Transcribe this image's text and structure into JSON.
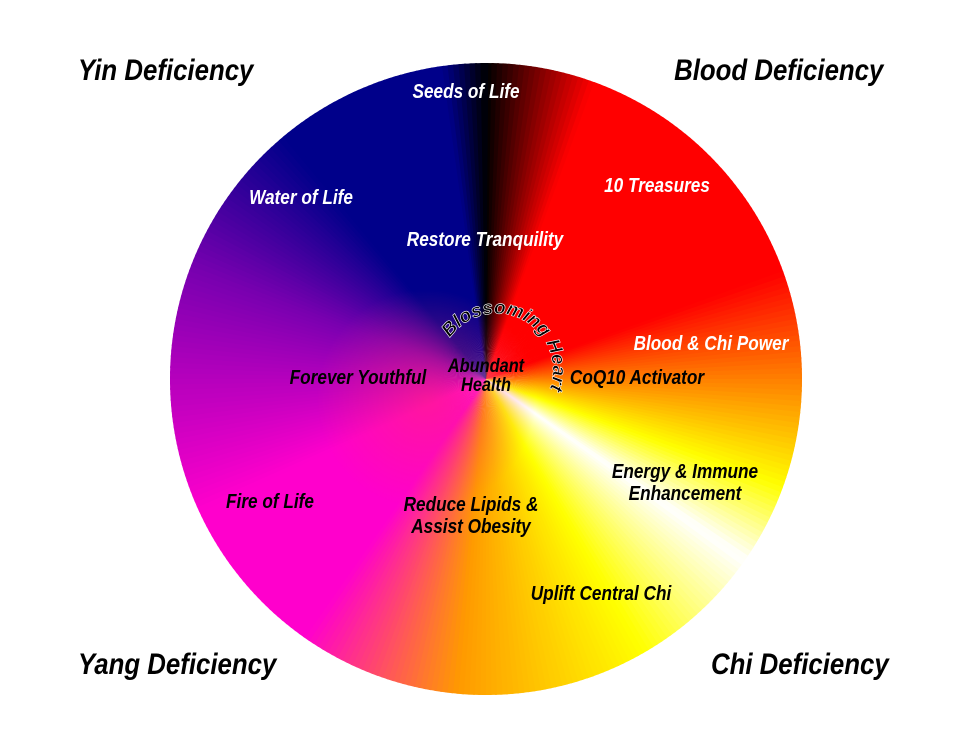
{
  "corners": {
    "top_left": "Yin Deficiency",
    "top_right": "Blood Deficiency",
    "bottom_left": "Yang Deficiency",
    "bottom_right": "Chi Deficiency"
  },
  "wheel_labels": {
    "seeds_of_life": "Seeds of Life",
    "ten_treasures": "10 Treasures",
    "water_of_life": "Water of Life",
    "restore_tranquility": "Restore Tranquility",
    "blood_chi_power": "Blood & Chi Power",
    "forever_youthful": "Forever Youthful",
    "coq10_activator": "CoQ10 Activator",
    "energy_immune_line1": "Energy & Immune",
    "energy_immune_line2": "Enhancement",
    "fire_of_life": "Fire of Life",
    "reduce_lipids_line1": "Reduce Lipids &",
    "reduce_lipids_line2": "Assist Obesity",
    "uplift_central_chi": "Uplift Central Chi"
  },
  "center": {
    "line1": "Abundant",
    "line2": "Health",
    "curved": "Blossoming Heart"
  },
  "colors": {
    "navy": "#00008a",
    "black": "#000000",
    "red": "#ff0000",
    "orange": "#ff9a00",
    "yellow": "#ffff00",
    "magenta": "#ff00cc"
  }
}
